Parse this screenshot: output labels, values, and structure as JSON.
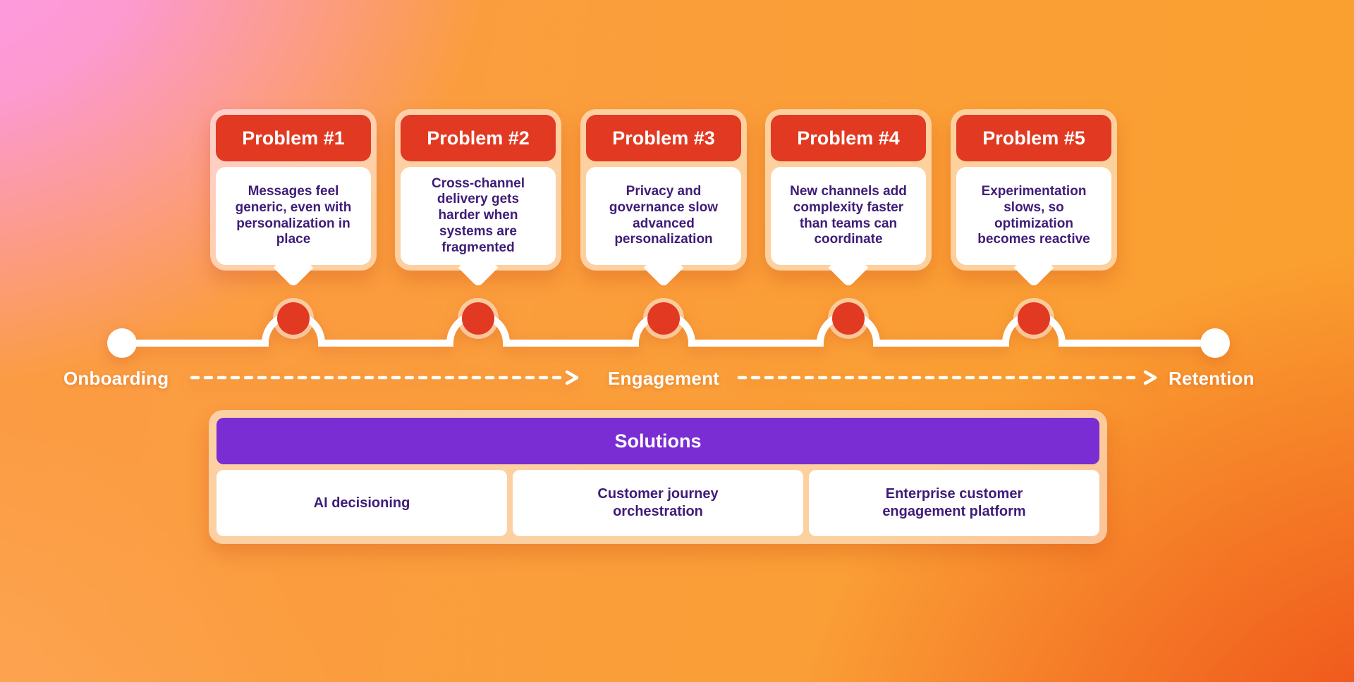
{
  "timeline": {
    "stages": [
      {
        "label": "Onboarding"
      },
      {
        "label": "Engagement"
      },
      {
        "label": "Retention"
      }
    ]
  },
  "problems": [
    {
      "title": "Problem #1",
      "body": "Messages feel\ngeneric, even with\npersonalization in\nplace"
    },
    {
      "title": "Problem #2",
      "body": "Cross-channel\ndelivery gets\nharder when\nsystems are\nfragmented"
    },
    {
      "title": "Problem #3",
      "body": "Privacy and\ngovernance slow\nadvanced\npersonalization"
    },
    {
      "title": "Problem #4",
      "body": "New channels add\ncomplexity faster\nthan teams can\ncoordinate"
    },
    {
      "title": "Problem #5",
      "body": "Experimentation\nslows, so\noptimization\nbecomes reactive"
    }
  ],
  "solutions": {
    "header": "Solutions",
    "items": [
      {
        "label": "AI decisioning"
      },
      {
        "label": "Customer journey\norchestration"
      },
      {
        "label": "Enterprise customer\nengagement platform"
      }
    ]
  },
  "colors": {
    "problem_header_red": "#e23a22",
    "timeline_node_red": "#e23a22",
    "timeline_node_ring": "rgba(255,255,255,0.5)",
    "timeline_line_white": "#ffffff",
    "body_text_purple": "#3e1c77",
    "solutions_purple": "#7a2dd3",
    "card_border_translucent_white": "rgba(255,255,255,0.52)",
    "bg_top_left_pink": "#fd9ae9",
    "bg_top_right_gold": "#fba127",
    "bg_bottom_left_orange": "#ffa554",
    "bg_bottom_right_red": "#ef4c22"
  }
}
